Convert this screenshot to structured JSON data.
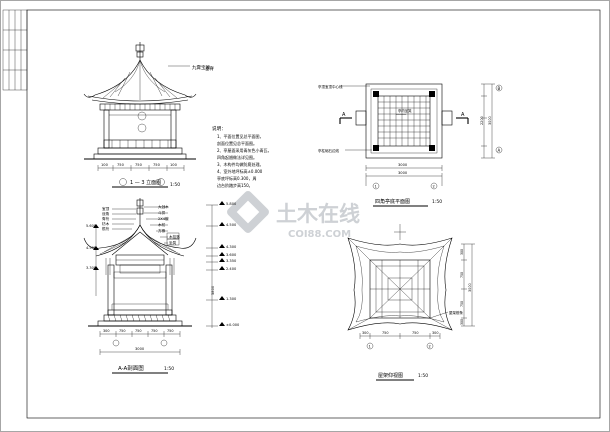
{
  "titles": {
    "elevation": "1 — 3 立面图",
    "section": "A-A剖面图",
    "plan": "四角亭底平面图",
    "roof": "屋架仰视图"
  },
  "scales": {
    "elevation": "1:50",
    "section": "1:50",
    "plan": "1:50",
    "roof": "1:50"
  },
  "elevation_note": "九霄宝顶",
  "notes": {
    "heading": "说明：",
    "lines": [
      "1、平面位置见总平面图，",
      "   剖面位置见总平面图。",
      "2、亭屋面采用青灰色小青瓦，",
      "   四角起翘做法详见图。",
      "3、木构件均做防腐处理。",
      "4、室外地坪标高±0.000",
      "   亭底坪标高0.300，周",
      "   边台阶踏步高150。"
    ]
  },
  "plan_labels": {
    "top_label": "亭顶宝顶中心线",
    "inner_label": "亭内坐凳",
    "bottom_label": "亭柱础石边线",
    "section_mark": "A",
    "axis_b": "B",
    "axis_a": "A",
    "dim_total": "3000",
    "dim_right_1": "2200",
    "dim_right_2": "3000",
    "axis_1": "1",
    "axis_2": "2"
  },
  "section_dims": {
    "left_elev": [
      "5.600",
      "4.500",
      "3.300"
    ],
    "right_elev": [
      "5.800",
      "4.500",
      "4.300",
      "3.600",
      "3.350",
      "2.400",
      "1.300",
      "±0.000"
    ],
    "left_tags": [
      "宝顶",
      "戗角",
      "脊桁",
      "枋木",
      "檐桁"
    ],
    "right_tags": [
      "大戗木",
      "斗拱",
      "2X4檩",
      "木枋",
      "方椽",
      "木挂落",
      "坐凳"
    ],
    "total": "3000",
    "height": "5800",
    "row": [
      "300",
      "750",
      "750",
      "750",
      "750"
    ]
  },
  "elevation_dims": {
    "row": [
      "100",
      "750",
      "750",
      "750",
      "100"
    ]
  },
  "roof_dims": {
    "row": [
      "300",
      "750",
      "750",
      "300"
    ],
    "right": [
      "300",
      "750",
      "750",
      "300"
    ],
    "right_total": "3000",
    "label": "屋架檩条"
  },
  "watermark": {
    "cn": "土木在线",
    "en": "COI88.COM"
  }
}
